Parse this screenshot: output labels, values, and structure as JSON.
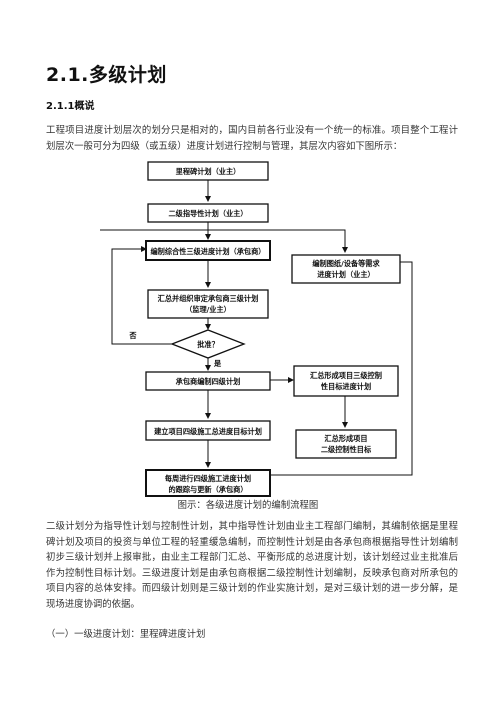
{
  "heading": "2.1.多级计划",
  "subheading": "2.1.1概说",
  "intro": "工程项目进度计划层次的划分只是相对的，国内目前各行业没有一个统一的标准。项目整个工程计划层次一般可分为四级（或五级）进度计划进行控制与管理，其层次内容如下图所示：",
  "flow": {
    "milestone": "里程碑计划（业主）",
    "level2": "二级指导性计划（业主）",
    "level3": "编制综合性三级进度计划（承包商）",
    "drawing_line1": "编制图纸/设备等需求",
    "drawing_line2": "进度计划（业主）",
    "review_line1": "汇总并组织审定承包商三级计划",
    "review_line2": "（监理/业主）",
    "approve": "批准？",
    "no_label": "否",
    "yes_label": "是",
    "level4": "承包商编制四级计划",
    "summary3_line1": "汇总形成项目三级控制",
    "summary3_line2": "性目标进度计划",
    "level4_target": "建立项目四级施工总进度目标计划",
    "summary2_line1": "汇总形成项目",
    "summary2_line2": "二级控制性目标",
    "weekly_line1": "每周进行四级施工进度计划",
    "weekly_line2": "的跟踪与更新（承包商）"
  },
  "caption": "图示：各级进度计划的编制流程图",
  "body": "二级计划分为指导性计划与控制性计划，其中指导性计划由业主工程部门编制，其编制依据是里程碑计划及项目的投资与单位工程的轻重缓急编制，而控制性计划是由各承包商根据指导性计划编制初步三级计划并上报审批，由业主工程部门汇总、平衡形成的总进度计划，该计划经过业主批准后作为控制性目标计划。三级进度计划是由承包商根据二级控制性计划编制，反映承包商对所承包的项目内容的总体安排。而四级计划则是三级计划的作业实施计划，是对三级计划的进一步分解，是现场进度协调的依据。",
  "list_item": "（一）一级进度计划：里程碑进度计划"
}
